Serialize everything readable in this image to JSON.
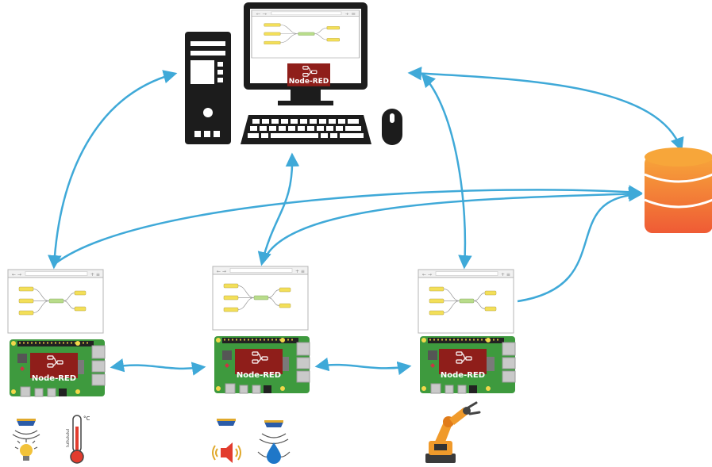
{
  "node_red_label": "Node-RED",
  "thermometer": {
    "unit_mark": "°C",
    "scale_text": "lullululul"
  },
  "colors": {
    "connector": "#3fa9d8",
    "node_red_bg": "#8f1e1a",
    "pcb": "#3e9a3e",
    "flow_node": "#f3df58",
    "flow_node_green": "#b8dc8a",
    "database_top": "#f7a63a",
    "database_bottom": "#ef5b35",
    "computer": "#1c1c1c"
  },
  "icons": {
    "computer": "desktop-computer-icon",
    "database": "database-icon",
    "board": "raspberry-pi-icon",
    "light_sensor": "light-sensor-icon",
    "temperature_sensor": "thermometer-icon",
    "sound_sensor": "speaker-sensor-icon",
    "water_sensor": "water-drop-sensor-icon",
    "actuator": "robot-arm-icon"
  }
}
